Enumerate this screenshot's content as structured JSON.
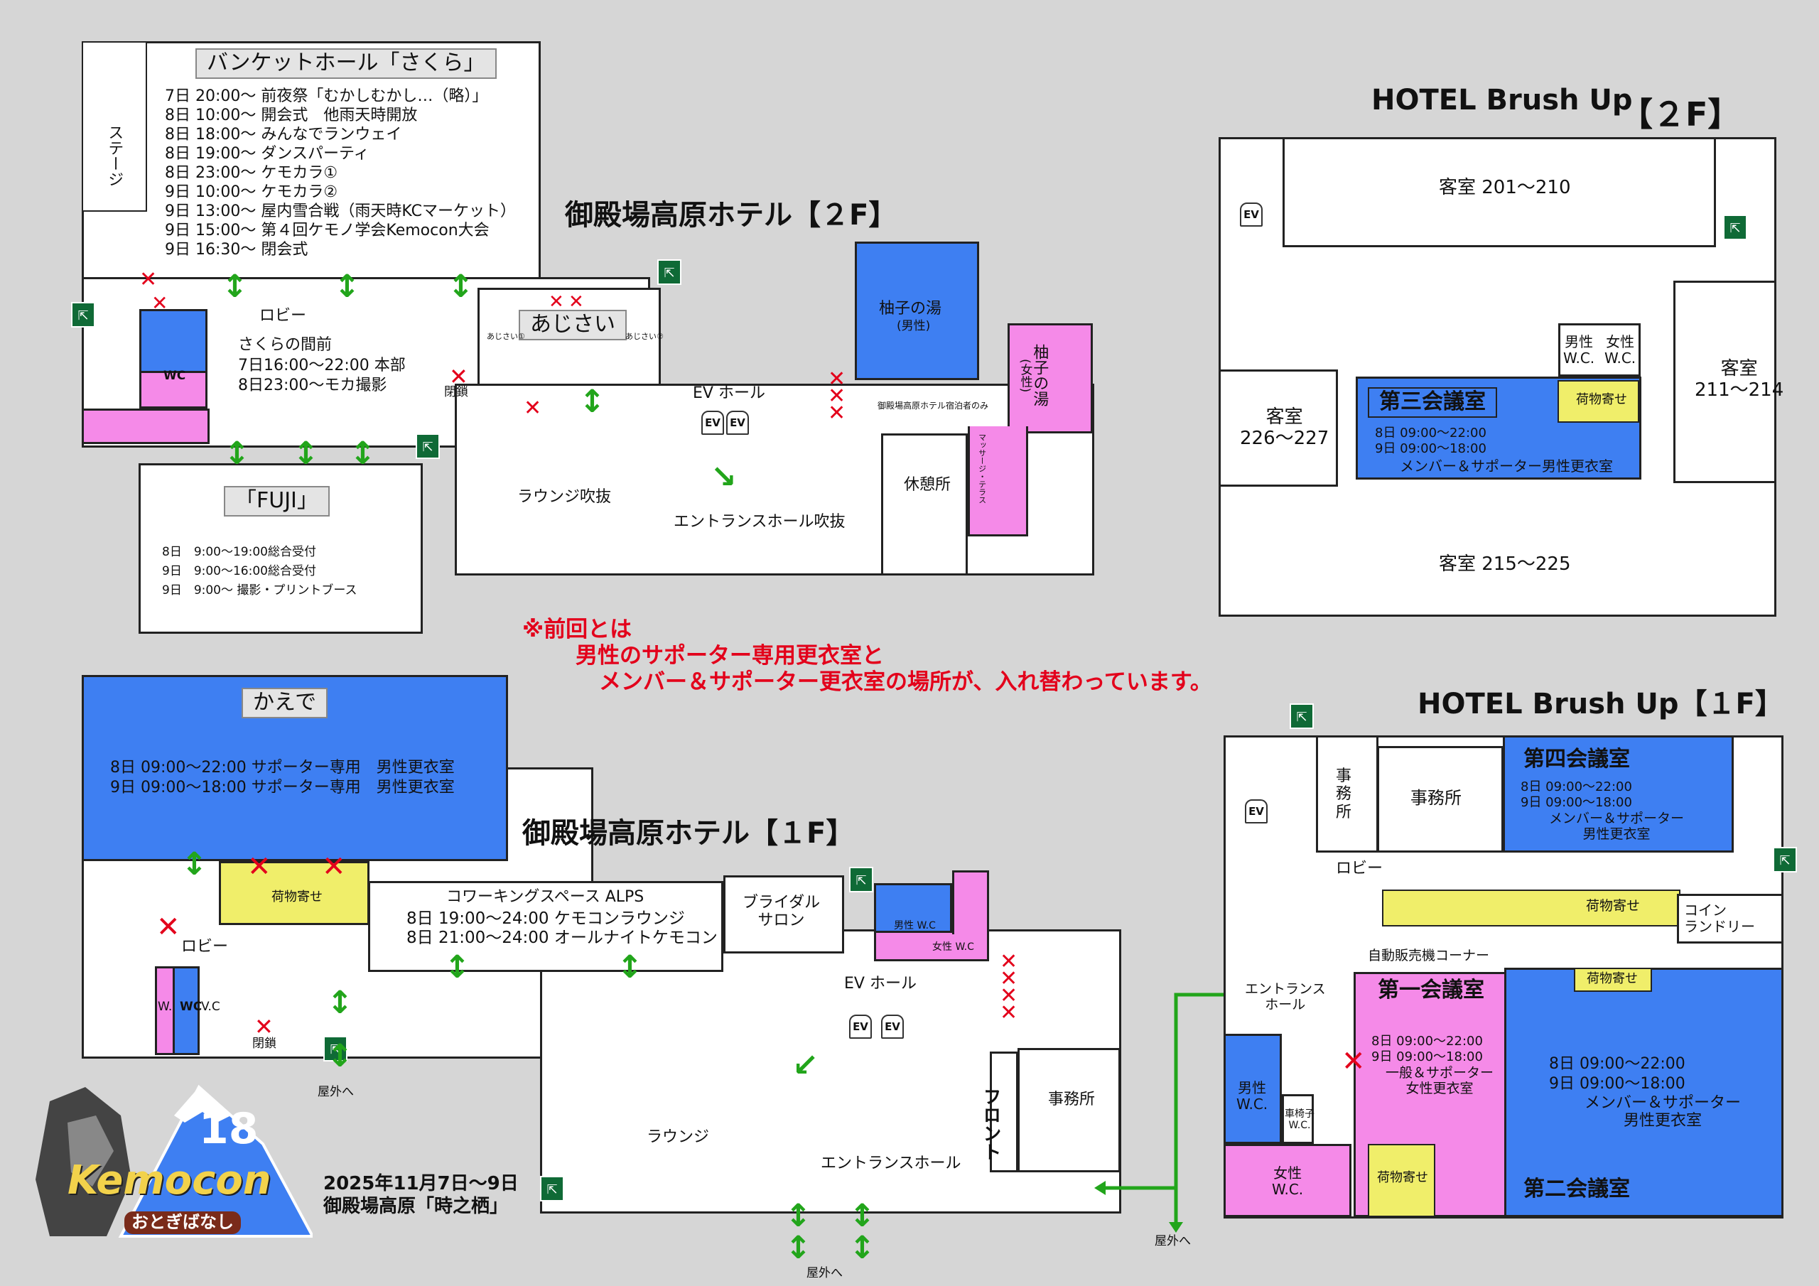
{
  "gotemba_2f": {
    "title": "御殿場高原ホテル【２F】",
    "sakura": {
      "label": "バンケットホール「さくら」",
      "schedule": [
        "7日 20:00～ 前夜祭「むかしむかし…（略）」",
        "8日 10:00～ 開会式　他雨天時開放",
        "8日 18:00～ みんなでランウェイ",
        "8日 19:00～ ダンスパーティ",
        "8日 23:00～ ケモカラ①",
        "9日 10:00～ ケモカラ②",
        "9日 13:00～ 屋内雪合戦（雨天時KCマーケット）",
        "9日 15:00～ 第４回ケモノ学会Kemocon大会",
        "9日 16:30～ 閉会式"
      ]
    },
    "stage": "ステージ",
    "lobby": {
      "label": "ロビー",
      "name": "さくらの間前",
      "lines": [
        "7日16:00～22:00 本部",
        "8日23:00～モカ撮影"
      ]
    },
    "wc": "WC",
    "closed": "閉鎖",
    "ajisai": {
      "label": "あじさい",
      "sub1": "あじさい①",
      "sub2": "あじさい②"
    },
    "fuji": {
      "label": "「FUJI」",
      "lines": [
        "8日　9:00～19:00総合受付",
        "9日　9:00～16:00総合受付",
        "9日　9:00～ 撮影・プリントブース"
      ]
    },
    "ev_hall": "EV ホール",
    "ev": "EV",
    "lounge_void": "ラウンジ吹抜",
    "entrance_void": "エントランスホール吹抜",
    "yuzu_male": {
      "title": "柚子の湯",
      "sub": "(男性)"
    },
    "yuzu_female": {
      "title": "柚子の湯",
      "sub": "(女性)"
    },
    "guests_only": "御殿場高原ホテル宿泊者のみ",
    "massage": "マッサージ・テラス",
    "rest": "休憩所"
  },
  "notice": [
    "※前回とは",
    "男性のサポーター専用更衣室と",
    "メンバー＆サポーター更衣室の場所が、入れ替わっています。"
  ],
  "gotemba_1f": {
    "title": "御殿場高原ホテル【１F】",
    "kaede": {
      "label": "かえで",
      "lines": [
        "8日 09:00～22:00 サポーター専用　男性更衣室",
        "9日 09:00～18:00 サポーター専用　男性更衣室"
      ]
    },
    "luggage": "荷物寄せ",
    "lobby": "ロビー",
    "wc": "WC",
    "w": "W.",
    "c": "V.C",
    "closed": "閉鎖",
    "coworking": {
      "label": "コワーキングスペース ALPS",
      "lines": [
        "8日 19:00～24:00 ケモコンラウンジ",
        "8日 21:00～24:00 オールナイトケモコン"
      ]
    },
    "bridal": "ブライダル\nサロン",
    "male_wc": "男性 W.C",
    "female_wc": "女性 W.C",
    "ev_hall": "EV ホール",
    "ev": "EV",
    "lounge": "ラウンジ",
    "entrance_hall": "エントランスホール",
    "front": "フロント",
    "office": "事務所",
    "outside": "屋外へ"
  },
  "event": {
    "dates": "2025年11月7日～9日",
    "venue": "御殿場高原「時之栖」",
    "logo_text": "Kemocon",
    "logo_sub": "おとぎばなし",
    "logo_num": "18"
  },
  "brushup_2f": {
    "title": "HOTEL Brush Up",
    "floor": "【２F】",
    "room_201": "客室 201～210",
    "room_211": "客室\n211～214",
    "room_226": "客室\n226～227",
    "room_215": "客室 215～225",
    "ev": "EV",
    "male_wc": "男性\nW.C.",
    "female_wc": "女性\nW.C.",
    "conf3": {
      "label": "第三会議室",
      "tag": "荷物寄せ",
      "lines": [
        "8日 09:00～22:00",
        "9日 09:00～18:00"
      ],
      "usage": "メンバー＆サポーター男性更衣室"
    }
  },
  "brushup_1f": {
    "title": "HOTEL Brush Up【１F】",
    "office_v": "事\n務\n所",
    "office": "事務所",
    "ev": "EV",
    "lobby": "ロビー",
    "luggage": "荷物寄せ",
    "coin_laundry": "コイン\nランドリー",
    "vending": "自動販売機コーナー",
    "entrance": "エントランス\nホール",
    "conf4": {
      "label": "第四会議室",
      "lines": [
        "8日 09:00～22:00",
        "9日 09:00～18:00"
      ],
      "usage": "メンバー＆サポーター\n男性更衣室"
    },
    "conf1": {
      "label": "第一会議室",
      "lines": [
        "8日 09:00～22:00",
        "9日 09:00～18:00"
      ],
      "usage": "一般＆サポーター\n女性更衣室"
    },
    "conf2": {
      "label": "第二会議室",
      "tag": "荷物寄せ",
      "lines": [
        "8日 09:00～22:00",
        "9日 09:00～18:00"
      ],
      "usage": "メンバー＆サポーター\n男性更衣室"
    },
    "male_wc": "男性\nW.C.",
    "female_wc": "女性\nW.C.",
    "wheelchair_wc": "車椅子\nW.C.",
    "luggage2": "荷物寄せ",
    "outside": "屋外へ"
  },
  "colors": {
    "blue": "#3e7ff2",
    "pink": "#f58ae8",
    "yellow": "#f0ee6a",
    "notice": "#e3001b",
    "arrow": "#22a51b",
    "exit": "#0f6a36"
  }
}
